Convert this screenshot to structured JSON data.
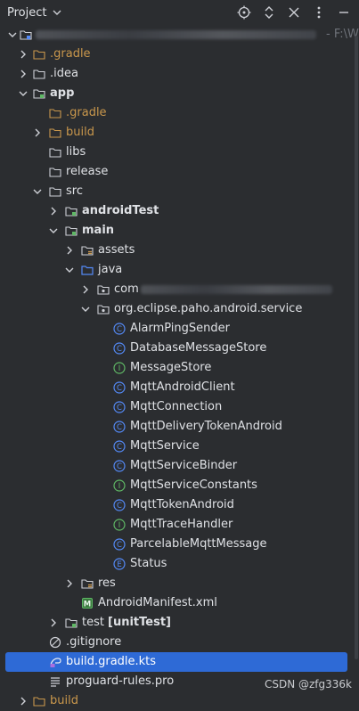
{
  "header": {
    "title": "Project",
    "icons": [
      "crosshair-icon",
      "expand-collapse-icon",
      "collapse-all-icon",
      "settings-icon",
      "minimize-icon"
    ]
  },
  "tree": {
    "root_path": "- F:\\W",
    "items": [
      {
        "label": ".gradle",
        "expanded": false
      },
      {
        "label": ".idea",
        "expanded": false
      },
      {
        "label": "app",
        "expanded": true
      },
      {
        "label": ".gradle"
      },
      {
        "label": "build",
        "expanded": false
      },
      {
        "label": "libs"
      },
      {
        "label": "release"
      },
      {
        "label": "src",
        "expanded": true
      },
      {
        "label": "androidTest",
        "expanded": false
      },
      {
        "label": "main",
        "expanded": true
      },
      {
        "label": "assets",
        "expanded": false
      },
      {
        "label": "java",
        "expanded": true
      },
      {
        "label": "com",
        "expanded": false
      },
      {
        "label": "org.eclipse.paho.android.service",
        "expanded": true
      },
      {
        "label": "AlarmPingSender",
        "kind": "C"
      },
      {
        "label": "DatabaseMessageStore",
        "kind": "C"
      },
      {
        "label": "MessageStore",
        "kind": "I"
      },
      {
        "label": "MqttAndroidClient",
        "kind": "C"
      },
      {
        "label": "MqttConnection",
        "kind": "C"
      },
      {
        "label": "MqttDeliveryTokenAndroid",
        "kind": "C"
      },
      {
        "label": "MqttService",
        "kind": "C"
      },
      {
        "label": "MqttServiceBinder",
        "kind": "C"
      },
      {
        "label": "MqttServiceConstants",
        "kind": "I"
      },
      {
        "label": "MqttTokenAndroid",
        "kind": "C"
      },
      {
        "label": "MqttTraceHandler",
        "kind": "I"
      },
      {
        "label": "ParcelableMqttMessage",
        "kind": "C"
      },
      {
        "label": "Status",
        "kind": "E"
      },
      {
        "label": "res",
        "expanded": false
      },
      {
        "label": "AndroidManifest.xml"
      },
      {
        "label": "test",
        "suffix": "[unitTest]",
        "expanded": false
      },
      {
        "label": ".gitignore"
      },
      {
        "label": "build.gradle.kts",
        "selected": true
      },
      {
        "label": "proguard-rules.pro"
      },
      {
        "label": "build",
        "expanded": false
      }
    ]
  },
  "watermark": "CSDN @zfg336k",
  "colors": {
    "background": "#2b2d30",
    "selection": "#2e6ad6",
    "excluded_folder": "#c9974c",
    "class_icon": "#548af7",
    "interface_icon": "#5fb865",
    "folder_outline": "#ced0d6"
  }
}
